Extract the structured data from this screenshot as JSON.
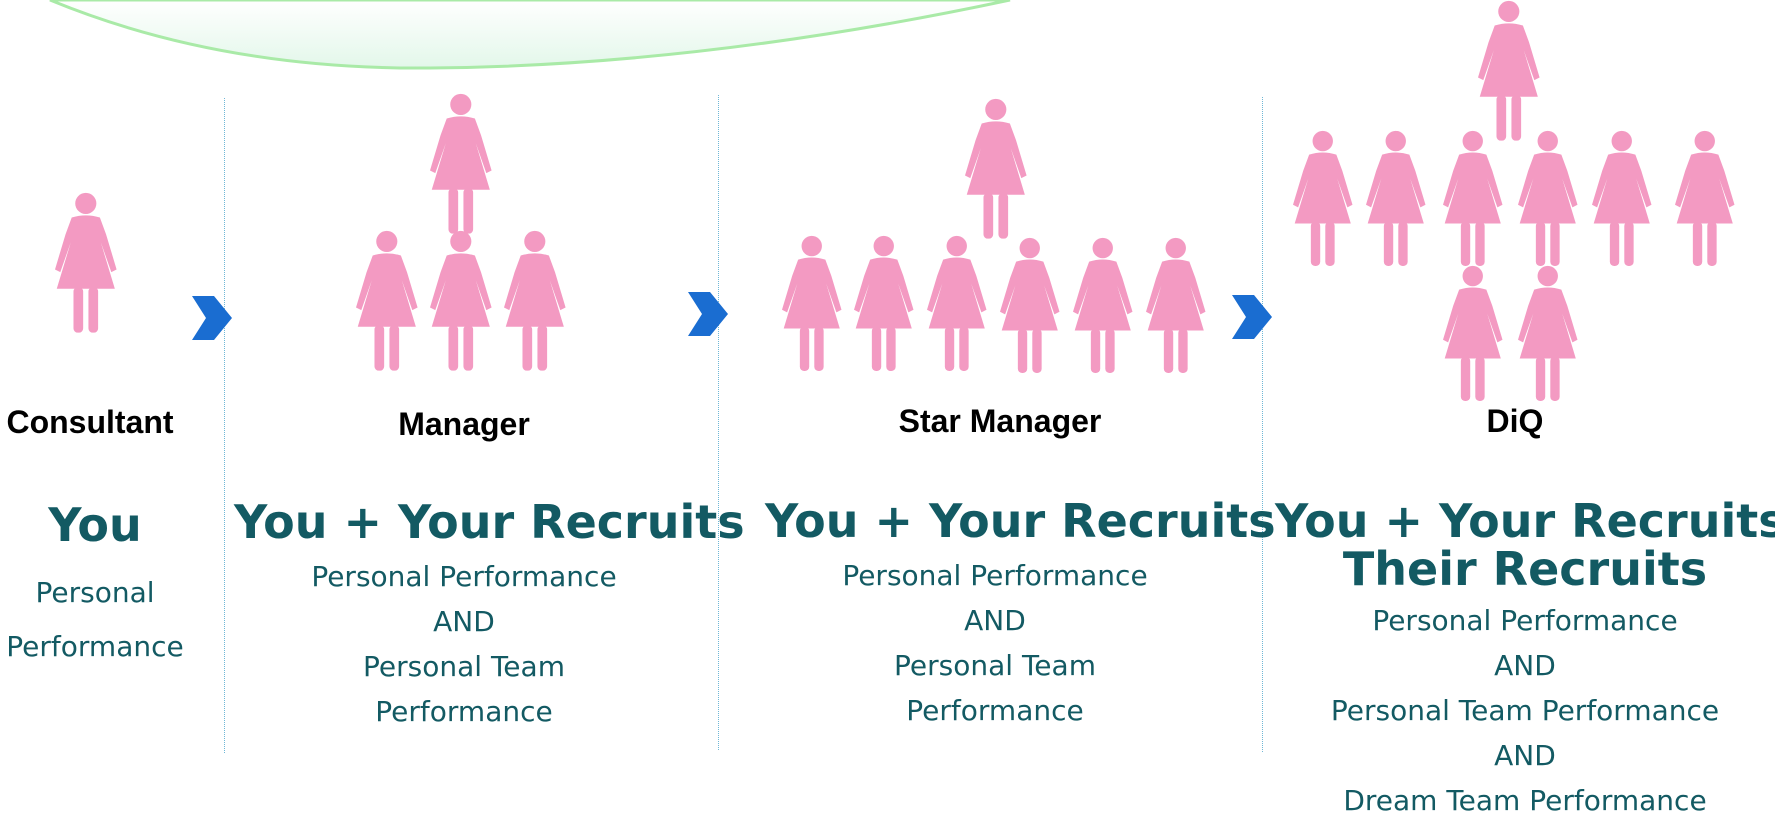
{
  "colors": {
    "figure": "#f39ac2",
    "heading": "#135a63",
    "arrow": "#1a6dd1"
  },
  "stages": [
    {
      "title": "Consultant",
      "headline": "You",
      "lines": [
        "Personal",
        "Performance"
      ]
    },
    {
      "title": "Manager",
      "headline": "You + Your Recruits",
      "lines": [
        "Personal Performance",
        "AND",
        "Personal Team",
        "Performance"
      ]
    },
    {
      "title": "Star Manager",
      "headline": "You + Your Recruits",
      "lines": [
        "Personal Performance",
        "AND",
        "Personal Team",
        "Performance"
      ]
    },
    {
      "title": "DiQ",
      "headline_line1": "You + Your Recruits +",
      "headline_line2": "Their Recruits",
      "lines": [
        "Personal Performance",
        "AND",
        "Personal Team Performance",
        "AND",
        "Dream Team Performance"
      ]
    }
  ]
}
